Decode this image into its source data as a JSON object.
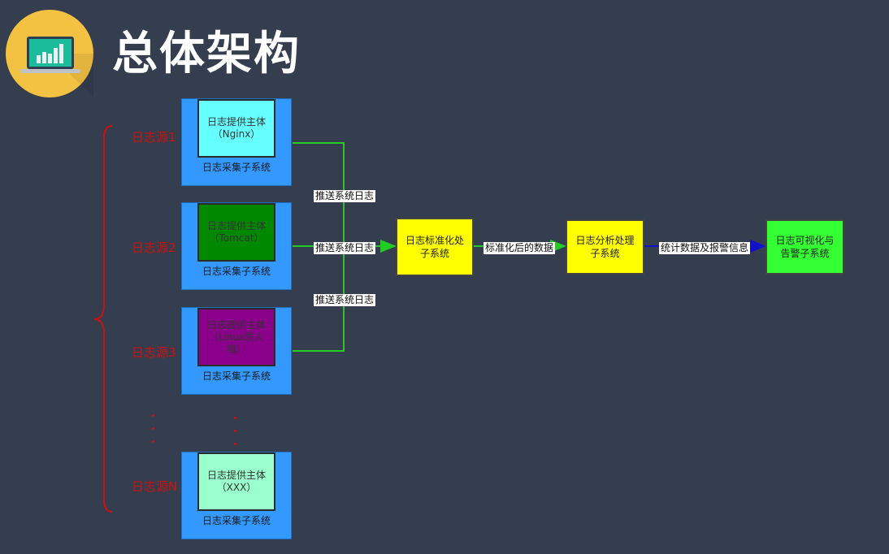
{
  "header": {
    "title": "总体架构",
    "icon": "laptop-chart-icon"
  },
  "sources": [
    {
      "label": "日志源1",
      "provider_name": "日志提供主体",
      "provider_detail": "（Nginx）",
      "provider_color": "#66ffff",
      "collector": "日志采集子系统"
    },
    {
      "label": "日志源2",
      "provider_name": "日志提供主体",
      "provider_detail": "（Tomcat）",
      "provider_color": "#008800",
      "collector": "日志采集子系统"
    },
    {
      "label": "日志源3",
      "provider_name": "日志提供主体",
      "provider_detail": "（Linux防火墙）",
      "provider_color": "#8b008b",
      "collector": "日志采集子系统"
    },
    {
      "label": "日志源N",
      "provider_name": "日志提供主体",
      "provider_detail": "（XXX）",
      "provider_color": "#99ffcc",
      "collector": "日志采集子系统"
    }
  ],
  "edges": {
    "push": "推送系统日志",
    "standardized": "标准化后的数据",
    "stats": "统计数据及报警信息"
  },
  "processes": {
    "normalize": {
      "label": "日志标准化处子系统",
      "color": "#ffff00"
    },
    "analyze": {
      "label": "日志分析处理子系统",
      "color": "#ffff00"
    },
    "visualize": {
      "label": "日志可视化与告警子系统",
      "color": "#33ff33"
    }
  },
  "colors": {
    "background": "#353e4f",
    "collector": "#3399ff",
    "brace": "#cc1111",
    "connector_green": "#22cc22",
    "connector_blue": "#1111cc"
  }
}
